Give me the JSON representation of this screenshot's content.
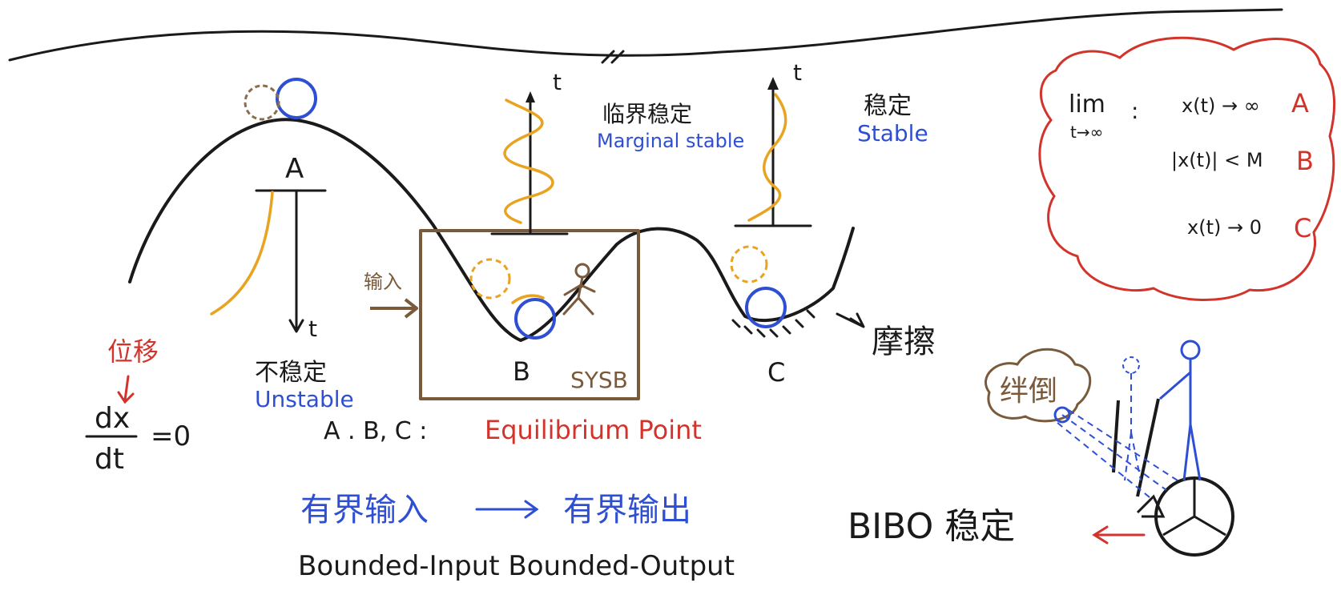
{
  "labels": {
    "point_a": "A",
    "point_b": "B",
    "point_c": "C",
    "t": "t",
    "unstable_cn": "不稳定",
    "unstable_en": "Unstable",
    "marginal_cn": "临界稳定",
    "marginal_en": "Marginal stable",
    "stable_cn": "稳定",
    "stable_en": "Stable",
    "displacement": "位移",
    "dx": "dx",
    "dt": "dt",
    "eq_zero": "=0",
    "input_label": "输入",
    "sysb": "SYSB",
    "abc": "A . B, C :",
    "equilibrium": "Equilibrium Point",
    "friction": "摩擦",
    "bounded_in_cn": "有界输入",
    "bounded_out_cn": "有界输出",
    "bounded_io_en": "Bounded-Input   Bounded-Output",
    "bibo": "BIBO 稳定",
    "bump_label": "绊倒"
  },
  "conditions": {
    "lim": "lim",
    "lim_sub": "t→∞",
    "colon": ":",
    "rows": [
      {
        "expr": "x(t) → ∞",
        "tag": "A"
      },
      {
        "expr": "|x(t)| < M",
        "tag": "B"
      },
      {
        "expr": "x(t) → 0",
        "tag": "C"
      }
    ]
  },
  "colors": {
    "ink": "#1a1a1a",
    "blue": "#2f4fd3",
    "red": "#d2342c",
    "orange": "#e8a321",
    "brown": "#7a5a3a"
  }
}
